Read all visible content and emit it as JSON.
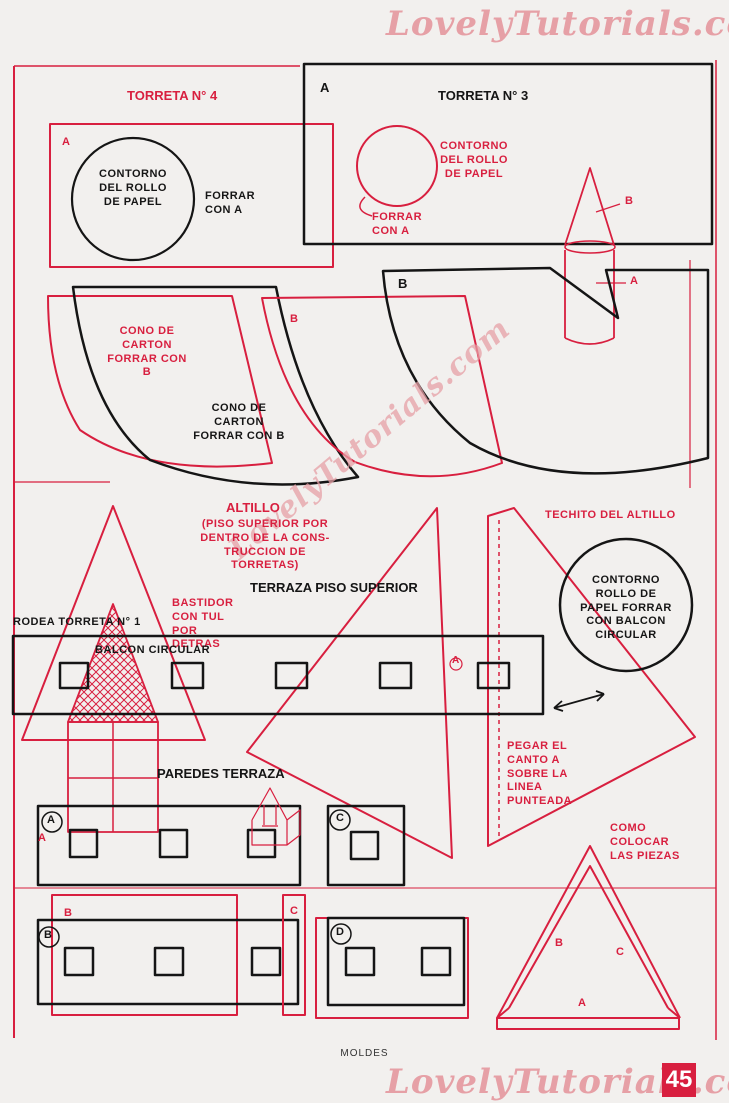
{
  "watermark": {
    "top": "LovelyTutorials.com",
    "bottom": "LovelyTutorials.com",
    "diagonal": "LovelyTutorials.com"
  },
  "torreta4": {
    "title": "TORRETA N° 4",
    "mark": "A",
    "circle_label": "CONTORNO DEL ROLLO DE PAPEL",
    "note": "FORRAR CON A"
  },
  "torreta3": {
    "title": "TORRETA N° 3",
    "mark": "A",
    "circle_label": "CONTORNO DEL ROLLO DE PAPEL",
    "note": "FORRAR CON A",
    "tower_b": "B",
    "tower_a": "A"
  },
  "cones": {
    "red_label": "CONO DE CARTON FORRAR CON B",
    "black_label": "CONO DE CARTON FORRAR CON B",
    "mark_b_red": "B",
    "mark_b_black": "B"
  },
  "altillo": {
    "title": "ALTILLO",
    "subtitle": "(PISO SUPERIOR POR DENTRO DE LA CONS- TRUCCION DE TORRETAS)",
    "techito": "TECHITO DEL ALTILLO",
    "terraza": "TERRAZA PISO SUPERIOR",
    "bastidor": "BASTIDOR CON TUL POR DETRAS",
    "rodea": "RODEA TORRETA N° 1",
    "balcon": "BALCON CIRCULAR",
    "circle_mark": "a",
    "circle_label": "CONTORNO ROLLO DE PAPEL FORRAR CON BALCON CIRCULAR",
    "pegar": "PEGAR EL CANTO a SOBRE LA LINEA PUNTEADA"
  },
  "paredes": {
    "title": "PAREDES TERRAZA",
    "marks": [
      "A",
      "B",
      "C",
      "D"
    ],
    "red_marks": [
      "A",
      "B",
      "C"
    ]
  },
  "como": {
    "label": "COMO COLOCAR LAS PIEZAS",
    "a": "A",
    "b": "B",
    "c": "C"
  },
  "footer": {
    "label": "MOLDES",
    "page": "45"
  },
  "colors": {
    "red": "#d81f3f",
    "black": "#151515",
    "paper": "#f2f0ee",
    "watermark": "#e6a0a6"
  }
}
